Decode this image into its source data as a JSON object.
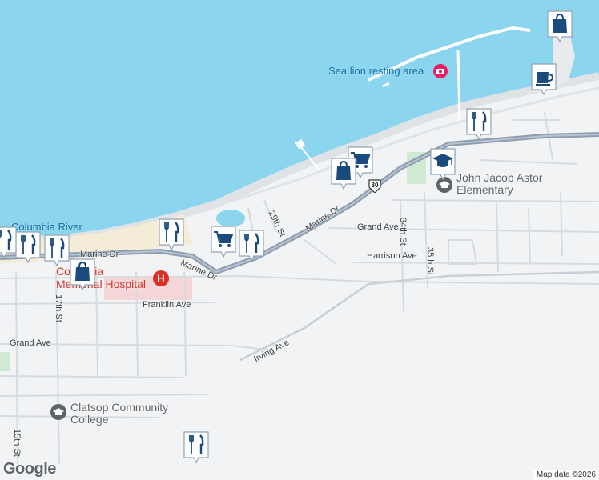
{
  "map": {
    "colors": {
      "water": "#8bd6ee",
      "land": "#f1f3f4",
      "road": "#ffffff",
      "highway": "#8e9eb0",
      "marker": "#1a4b7c",
      "hospital": "#d93025"
    },
    "labels": {
      "sea_lion": "Sea lion resting area",
      "school": "John Jacob Astor Elementary",
      "hospital": "Columbia Memorial Hospital",
      "college": "Clatsop Community College",
      "river": "Columbia River"
    },
    "streets": {
      "marine_dr_1": "Marine Dr",
      "marine_dr_2": "Marine Dr",
      "marine_dr_3": "Marine Dr",
      "grand_ave_1": "Grand Ave",
      "grand_ave_2": "Grand Ave",
      "harrison_ave": "Harrison Ave",
      "franklin_ave": "Franklin Ave",
      "irving_ave": "Irving Ave",
      "st_29": "29th St",
      "st_34": "34th St",
      "st_35": "35th St",
      "st_17": "17th St",
      "st_15": "15th St"
    },
    "shield": "30",
    "markers": [
      {
        "icon": "shopping-bag-icon"
      },
      {
        "icon": "coffee-cup-icon"
      },
      {
        "icon": "restaurant-icon"
      },
      {
        "icon": "shopping-cart-icon"
      },
      {
        "icon": "shopping-bag-icon"
      },
      {
        "icon": "school-icon"
      },
      {
        "icon": "restaurant-icon"
      },
      {
        "icon": "shopping-cart-icon"
      },
      {
        "icon": "restaurant-icon"
      },
      {
        "icon": "shopping-bag-icon"
      },
      {
        "icon": "restaurant-icon"
      },
      {
        "icon": "restaurant-icon"
      },
      {
        "icon": "restaurant-icon"
      },
      {
        "icon": "restaurant-icon"
      }
    ],
    "attribution": "Map data ©2026",
    "logo": "Google"
  }
}
